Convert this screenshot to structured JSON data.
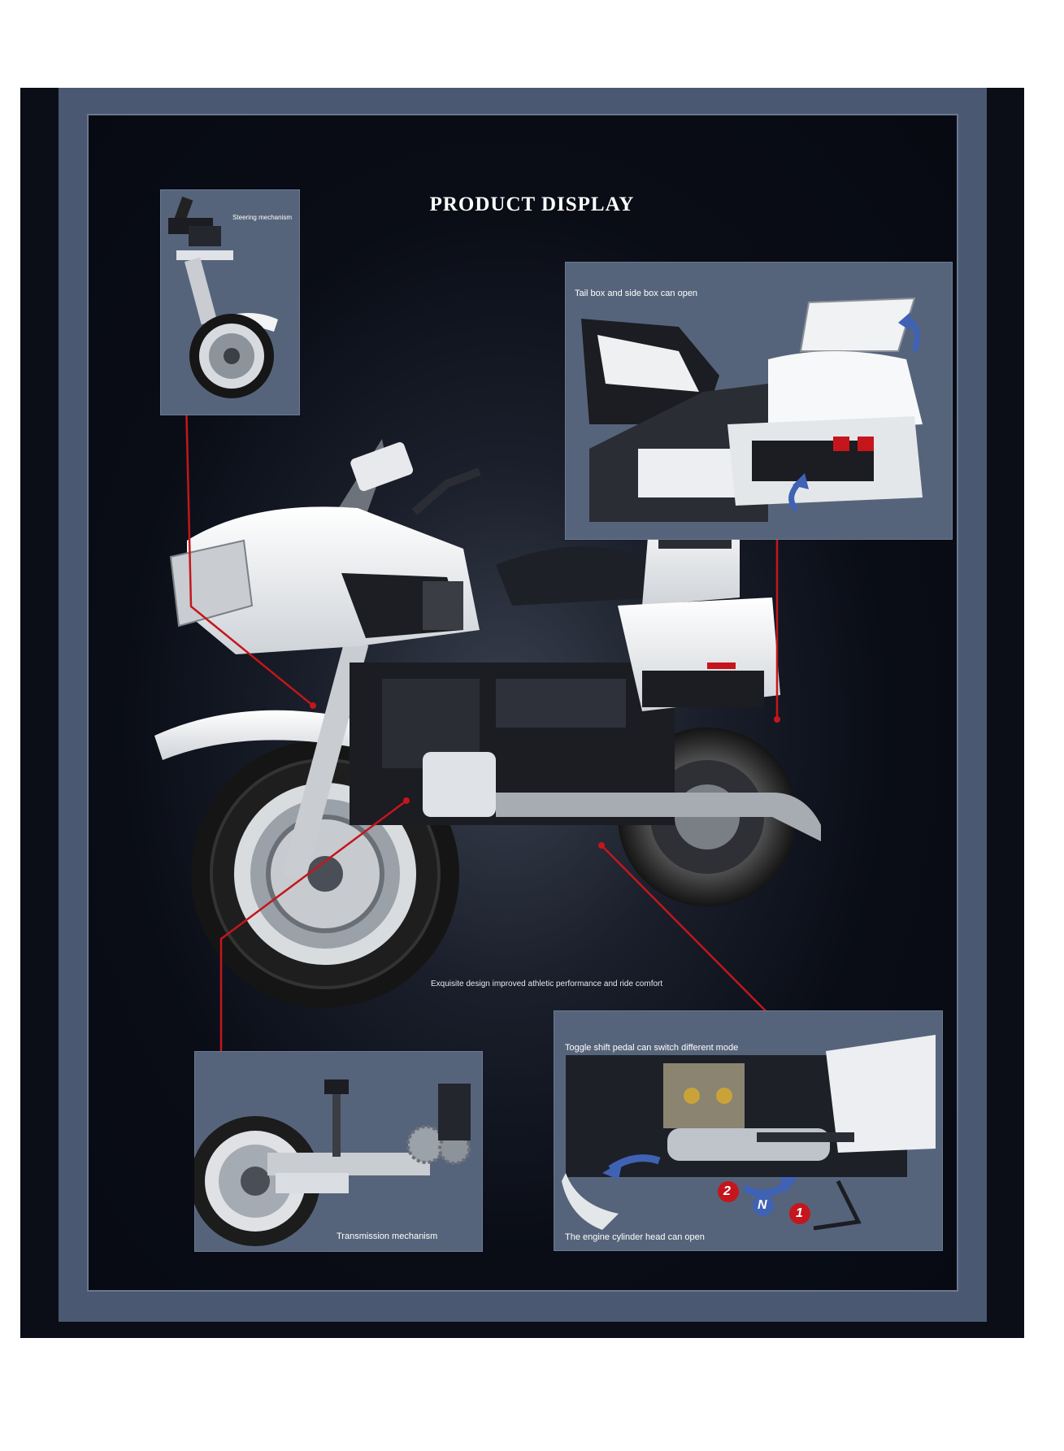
{
  "title": "PRODUCT DISPLAY",
  "panels": {
    "steering": {
      "caption": "Steering mechanism"
    },
    "tail_box": {
      "caption": "Tail box and side box can open"
    },
    "transmission": {
      "caption": "Transmission mechanism"
    },
    "shift_pedal": {
      "caption_top": "Toggle shift pedal can switch different mode",
      "caption_bottom": "The engine cylinder head can open",
      "gear_labels": [
        "2",
        "N",
        "1"
      ]
    }
  },
  "main_caption": "Exquisite design improved athletic performance and ride comfort",
  "colors": {
    "background": "#0b0e17",
    "frame": "#4a5971",
    "panel": "#56647b",
    "accent_red": "#c4161c",
    "arrow_blue": "#3f62b4"
  }
}
